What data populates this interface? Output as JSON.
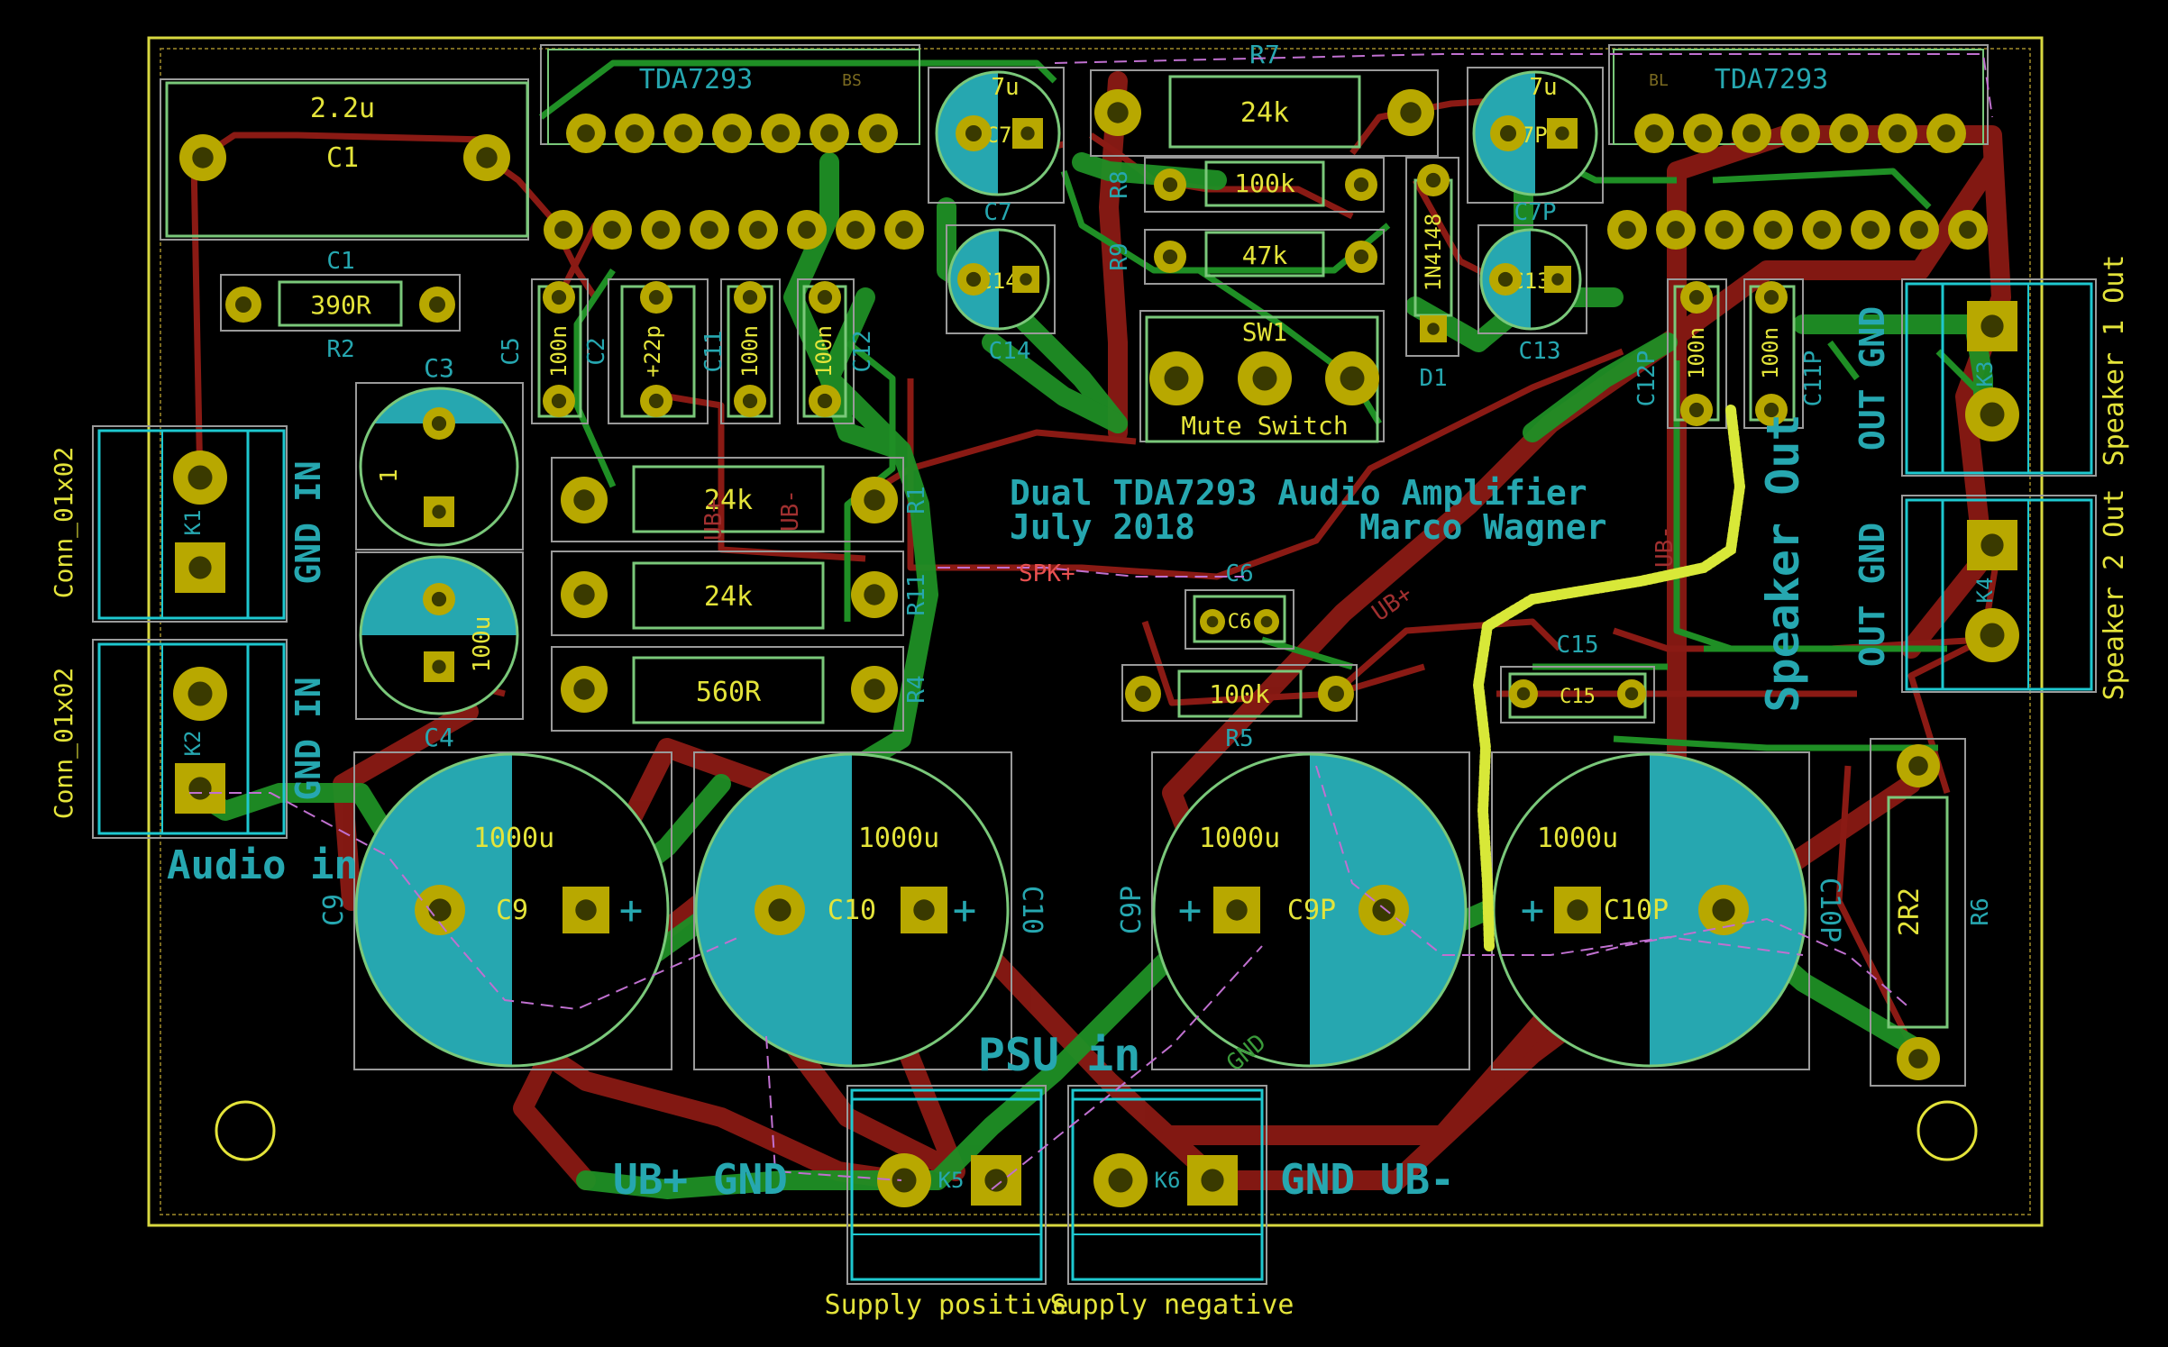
{
  "colors": {
    "background": "#000000",
    "edge": "#d8d840",
    "silk_yellow": "#e4e43a",
    "silk_cyan": "#26a7b0",
    "copper_front": "#8a1a14",
    "copper_back": "#1f8f25",
    "pad_gold": "#b8a800",
    "pad_hole": "#3a3a00",
    "courtyard": "#9a9a9a",
    "fab_green": "#7ac87a",
    "net_label": "#ff8a2a",
    "ratsnest": "#c070d0",
    "highlight": "#e4f040",
    "outline_cyan": "#1ec8d0"
  },
  "title": {
    "line1": "Dual TDA7293 Audio Amplifier",
    "line2_left": "July 2018",
    "line2_right": "Marco Wagner"
  },
  "ics": [
    {
      "ref": "TDA7293",
      "pin_mark": "BS"
    },
    {
      "ref": "TDA7293",
      "pin_mark": "BL"
    }
  ],
  "components": {
    "C1": {
      "ref": "C1",
      "value": "2.2u"
    },
    "R2": {
      "ref": "R2",
      "value": "390R",
      "ref_top": "C1"
    },
    "C3": {
      "ref": "C3",
      "value": "1"
    },
    "C4": {
      "ref": "C4",
      "value": "100u"
    },
    "C5": {
      "ref": "C5",
      "value": "100n"
    },
    "C2": {
      "ref": "C2",
      "value": "+22p"
    },
    "C11": {
      "ref": "C11",
      "value": "100n"
    },
    "C12": {
      "ref": "C12",
      "value": "100n"
    },
    "R_24k_a": {
      "value": "24k"
    },
    "R_24k_b": {
      "value": "24k"
    },
    "R_560": {
      "value": "560R"
    },
    "R1": {
      "ref": "R1"
    },
    "R11": {
      "ref": "R11"
    },
    "R4": {
      "ref": "R4"
    },
    "C7": {
      "ref": "C7",
      "value": "7u"
    },
    "C14": {
      "ref": "C14",
      "value": "C14"
    },
    "C7P": {
      "ref": "C7P",
      "value": "7u"
    },
    "C13": {
      "ref": "C13",
      "value": "C13"
    },
    "R7": {
      "ref": "R7",
      "value": "24k"
    },
    "R8": {
      "ref": "R8",
      "value": "100k"
    },
    "R9": {
      "ref": "R9",
      "value": "47k"
    },
    "D1": {
      "ref": "D1",
      "value": "1N4148"
    },
    "SW1": {
      "ref": "SW1",
      "value": "Mute Switch"
    },
    "C6": {
      "ref": "C6",
      "value": "C6"
    },
    "R5": {
      "ref": "R5",
      "value": "100k"
    },
    "C15": {
      "ref": "C15",
      "value": "C15"
    },
    "C12P": {
      "ref": "C12P",
      "value": "100n"
    },
    "C11P": {
      "ref": "C11P",
      "value": "100n"
    },
    "C9": {
      "ref": "C9",
      "value": "1000u"
    },
    "C10": {
      "ref": "C10",
      "value": "1000u"
    },
    "C9P": {
      "ref": "C9P",
      "value": "1000u"
    },
    "C10P": {
      "ref": "C10P",
      "value": "1000u"
    },
    "R6": {
      "ref": "R6",
      "value": "2R2"
    },
    "K1": {
      "ref": "K1",
      "value": "Conn_01x02"
    },
    "K2": {
      "ref": "K2",
      "value": "Conn_01x02"
    },
    "K3": {
      "ref": "K3"
    },
    "K4": {
      "ref": "K4"
    },
    "K5": {
      "ref": "K5",
      "value": "Supply positive"
    },
    "K6": {
      "ref": "K6",
      "value": "Supply negative"
    }
  },
  "labels": {
    "audio_in": "Audio in",
    "gnd_in_1": "GND IN",
    "gnd_in_2": "GND IN",
    "psu_in": "PSU in",
    "ub_plus_gnd": "UB+ GND",
    "gnd_ub_minus": "GND UB-",
    "speaker_out": "Speaker Out",
    "out_gnd_1": "OUT GND",
    "out_gnd_2": "OUT GND",
    "speaker_1_out": "Speaker 1 Out",
    "speaker_2_out": "Speaker 2 Out",
    "spk_plus": "SPK+",
    "ub_plus": "UB+",
    "ub_minus": "UB-",
    "ub_plus_v": "UB+",
    "ub_minus_v": "UB-",
    "gnd_trace": "GND"
  }
}
